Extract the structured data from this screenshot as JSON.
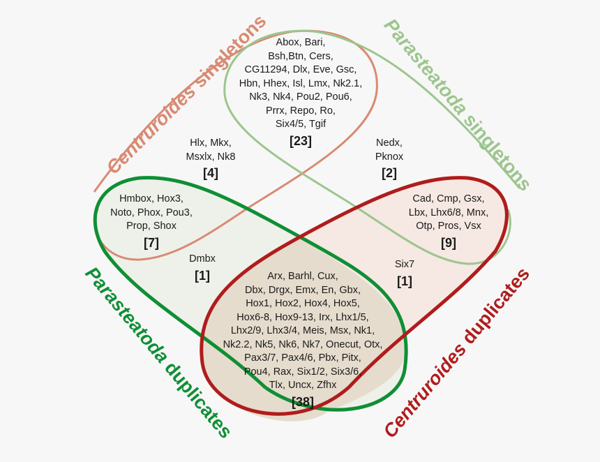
{
  "colors": {
    "centruroides_singletons": "#d98a72",
    "parasteatoda_singletons": "#9cc58e",
    "parasteatoda_duplicates": "#0f8f35",
    "centruroides_duplicates": "#b01c1c",
    "background": "#f7f7f7"
  },
  "set_labels": {
    "centruroides_singletons": {
      "genus": "Centruroides",
      "suffix": " singletons"
    },
    "parasteatoda_singletons": {
      "genus": "Parasteatoda",
      "suffix": " singletons"
    },
    "parasteatoda_duplicates": {
      "genus": "Parasteatoda",
      "suffix": " duplicates"
    },
    "centruroides_duplicates": {
      "genus": "Centruroides",
      "suffix": " duplicates"
    }
  },
  "regions": {
    "both_singletons": {
      "genes": "Abox, Bari,\nBsh,Btn, Cers,\nCG11294, Dlx, Eve, Gsc,\nHbn, Hhex, Isl, Lmx, Nk2.1,\nNk3, Nk4, Pou2, Pou6,\nPrrx, Repo, Ro,\nSix4/5, Tgif",
      "count": "[23]"
    },
    "centruroides_singleton_only": {
      "genes": "Hlx, Mkx,\nMsxlx, Nk8",
      "count": "[4]"
    },
    "parasteatoda_singleton_only": {
      "genes": "Nedx,\nPknox",
      "count": "[2]"
    },
    "cent_singleton_para_duplicate": {
      "genes": "Hmbox, Hox3,\nNoto, Phox, Pou3,\nProp, Shox",
      "count": "[7]"
    },
    "para_singleton_cent_duplicate": {
      "genes": "Cad, Cmp, Gsx,\nLbx, Lhx6/8, Mnx,\nOtp, Pros, Vsx",
      "count": "[9]"
    },
    "parasteatoda_duplicate_only": {
      "genes": "Dmbx",
      "count": "[1]"
    },
    "centruroides_duplicate_only": {
      "genes": "Six7",
      "count": "[1]"
    },
    "both_duplicates": {
      "genes": "Arx, Barhl, Cux,\nDbx, Drgx, Emx, En, Gbx,\nHox1, Hox2, Hox4, Hox5,\nHox6-8, Hox9-13, Irx, Lhx1/5,\nLhx2/9, Lhx3/4, Meis, Msx, Nk1,\nNk2.2, Nk5, Nk6, Nk7, Onecut, Otx,\nPax3/7, Pax4/6, Pbx,  Pitx,\nPou4, Rax, Six1/2, Six3/6,\nTlx, Uncx, Zfhx",
      "count": "[38]"
    }
  },
  "chart_data": {
    "type": "venn",
    "sets": [
      "Centruroides singletons",
      "Parasteatoda singletons",
      "Parasteatoda duplicates",
      "Centruroides duplicates"
    ],
    "regions": [
      {
        "sets": [
          "Centruroides singletons",
          "Parasteatoda singletons"
        ],
        "count": 23
      },
      {
        "sets": [
          "Centruroides singletons"
        ],
        "count": 4
      },
      {
        "sets": [
          "Parasteatoda singletons"
        ],
        "count": 2
      },
      {
        "sets": [
          "Centruroides singletons",
          "Parasteatoda duplicates"
        ],
        "count": 7
      },
      {
        "sets": [
          "Parasteatoda singletons",
          "Centruroides duplicates"
        ],
        "count": 9
      },
      {
        "sets": [
          "Parasteatoda duplicates"
        ],
        "count": 1
      },
      {
        "sets": [
          "Centruroides duplicates"
        ],
        "count": 1
      },
      {
        "sets": [
          "Parasteatoda duplicates",
          "Centruroides duplicates"
        ],
        "count": 38
      }
    ]
  }
}
